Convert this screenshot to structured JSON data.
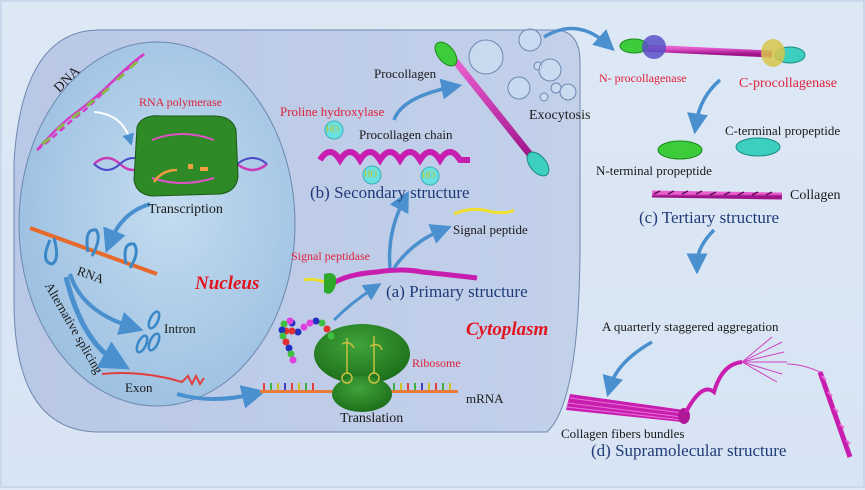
{
  "figure": {
    "title": "Collagen biosynthesis: from DNA to supramolecular structure",
    "regions": {
      "nucleus": "Nucleus",
      "cytoplasm": "Cytoplasm"
    },
    "nucleus_labels": {
      "dna": "DNA",
      "rna_polymerase": "RNA polymerase",
      "transcription": "Transcription",
      "rna": "RNA",
      "alternative_splicing": "Alternative splicing",
      "intron": "Intron",
      "exon": "Exon"
    },
    "cytoplasm_labels": {
      "ribosome": "Ribosome",
      "mrna": "mRNA",
      "translation": "Translation",
      "signal_peptidase": "Signal peptidase",
      "signal_peptide": "Signal peptide",
      "primary_structure": "(a) Primary structure",
      "proline_hydroxylase": "Proline hydroxylase",
      "procollagen_chain": "Procollagen chain",
      "hydroxyl_group": "HO",
      "secondary_structure": "(b) Secondary structure",
      "procollagen": "Procollagen",
      "exocytosis": "Exocytosis"
    },
    "extracellular_labels": {
      "n_procollagenase": "N- procollagenase",
      "c_procollagenase": "C-procollagenase",
      "c_terminal_propeptide": "C-terminal propeptide",
      "n_terminal_propeptide": "N-terminal propeptide",
      "collagen": "Collagen",
      "tertiary_structure": "(c) Tertiary structure",
      "quarterly_staggered": "A quarterly staggered aggregation",
      "fiber_bundles": "Collagen fibers bundles",
      "supramolecular_structure": "(d) Supramolecular structure"
    },
    "colors": {
      "enzyme_label": "#e0203a",
      "stage_label": "#1f3a78",
      "collagen": "#c81e9e",
      "enzyme_body": "#2a8a1e",
      "propeptide_n": "#3cc83c",
      "propeptide_c": "#3ccfc0",
      "arrow": "#4a90cf"
    }
  }
}
